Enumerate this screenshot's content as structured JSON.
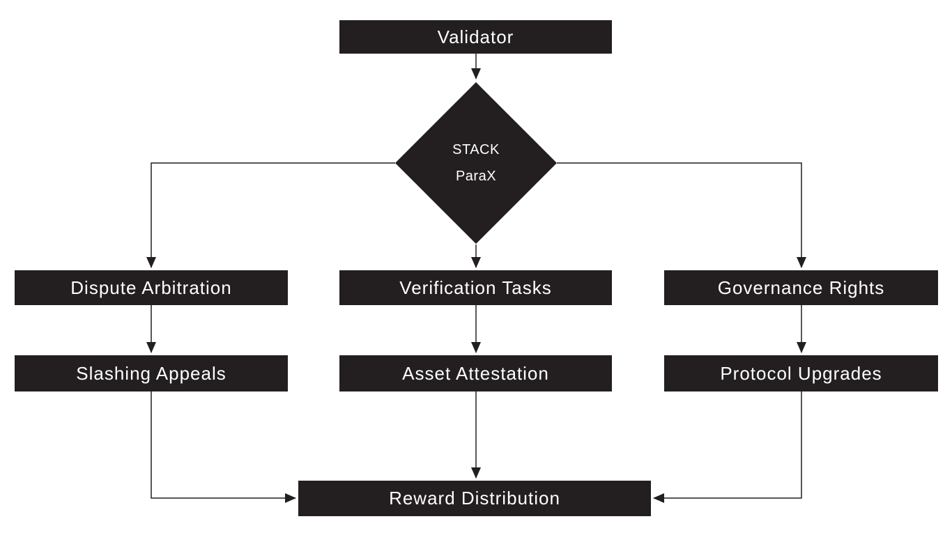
{
  "diagram": {
    "type": "flowchart",
    "colors": {
      "node_fill": "#231f20",
      "node_text": "#ffffff",
      "connector": "#231f20",
      "background": "#ffffff"
    },
    "nodes": {
      "validator": {
        "label": "Validator"
      },
      "decision": {
        "line1": "STACK",
        "line2": "ParaX"
      },
      "dispute": {
        "label": "Dispute Arbitration"
      },
      "verification": {
        "label": "Verification Tasks"
      },
      "governance": {
        "label": "Governance Rights"
      },
      "slashing": {
        "label": "Slashing Appeals"
      },
      "attestation": {
        "label": "Asset Attestation"
      },
      "upgrades": {
        "label": "Protocol Upgrades"
      },
      "reward": {
        "label": "Reward Distribution"
      }
    },
    "edges": [
      {
        "from": "Validator",
        "to": "STACK ParaX"
      },
      {
        "from": "STACK ParaX",
        "to": "Dispute Arbitration"
      },
      {
        "from": "STACK ParaX",
        "to": "Verification Tasks"
      },
      {
        "from": "STACK ParaX",
        "to": "Governance Rights"
      },
      {
        "from": "Dispute Arbitration",
        "to": "Slashing Appeals"
      },
      {
        "from": "Verification Tasks",
        "to": "Asset Attestation"
      },
      {
        "from": "Governance Rights",
        "to": "Protocol Upgrades"
      },
      {
        "from": "Slashing Appeals",
        "to": "Reward Distribution"
      },
      {
        "from": "Asset Attestation",
        "to": "Reward Distribution"
      },
      {
        "from": "Protocol Upgrades",
        "to": "Reward Distribution"
      }
    ]
  }
}
